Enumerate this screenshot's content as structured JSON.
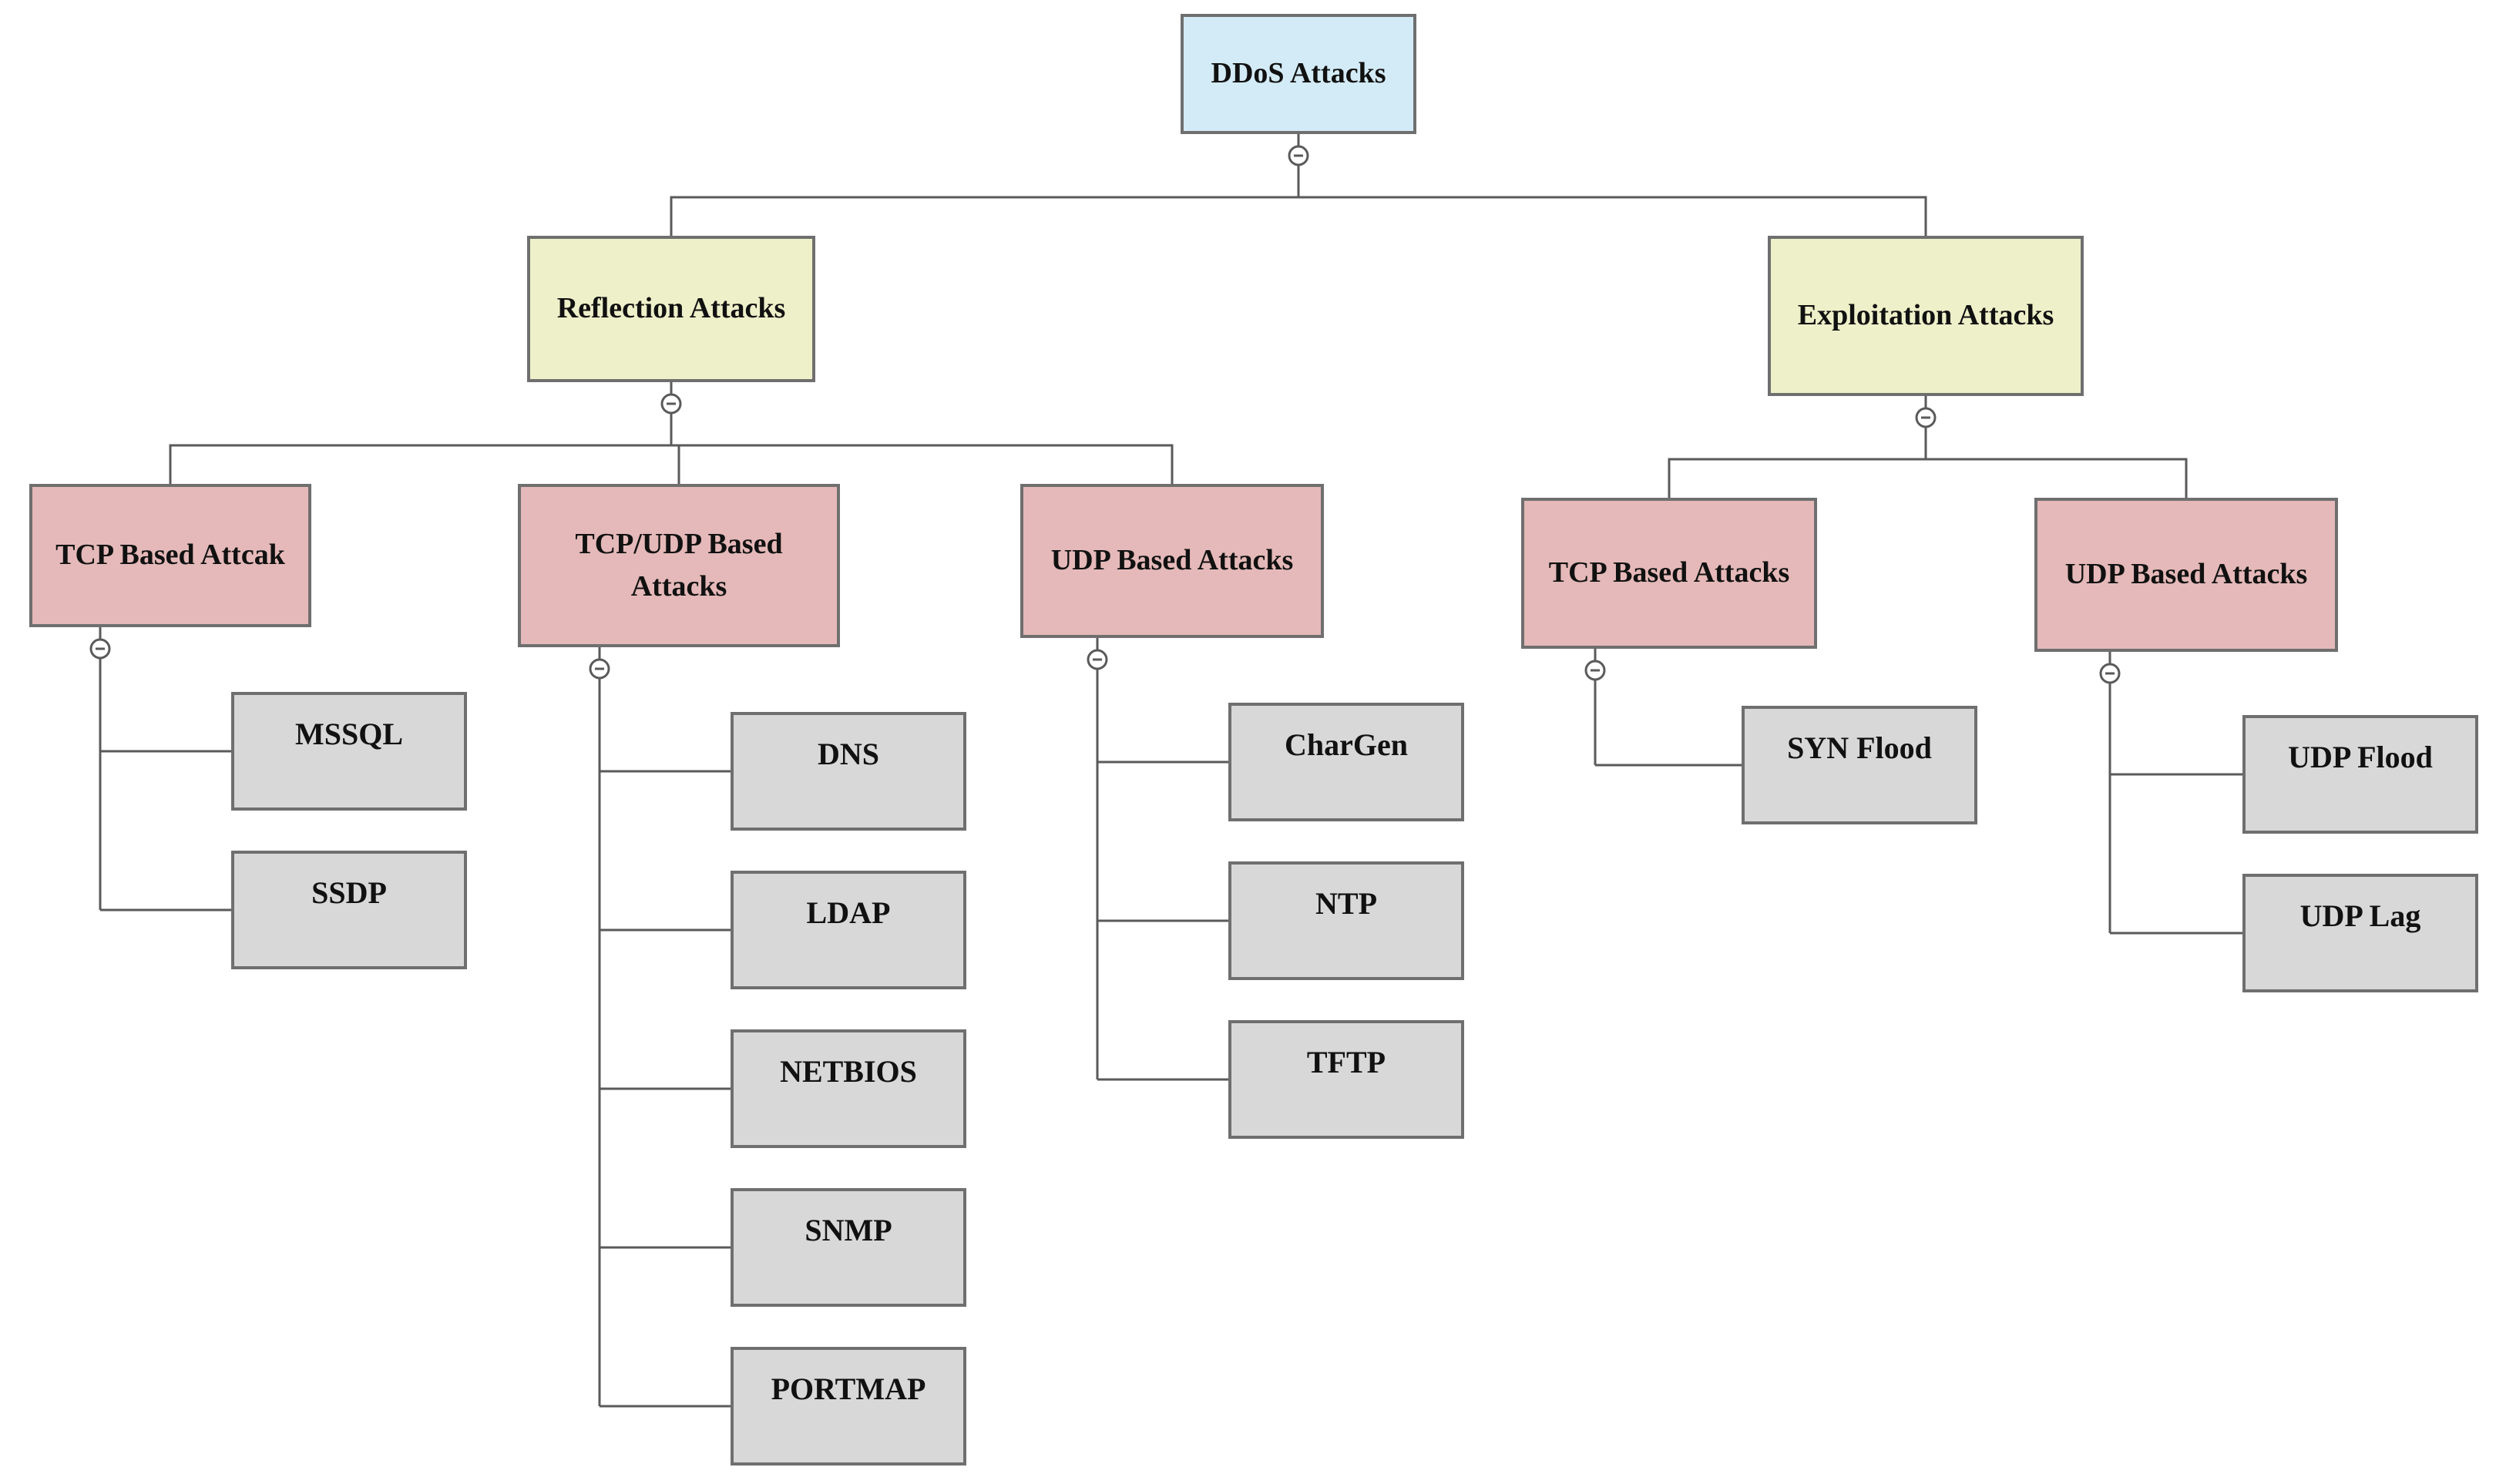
{
  "colors": {
    "root": "#d3ebf6",
    "level1": "#eef0c9",
    "level2": "#e5b9b9",
    "leaf": "#d8d8d8",
    "border": "#6f6f6f",
    "connector": "#5a5a5a"
  },
  "collapse_icon": "minus-circle-icon",
  "tree": {
    "root": "DDoS Attacks",
    "reflection": {
      "label": "Reflection Attacks",
      "tcp": {
        "label": "TCP Based Attcak",
        "items": [
          "MSSQL",
          "SSDP"
        ]
      },
      "tcpudp": {
        "label": "TCP/UDP Based Attacks",
        "items": [
          "DNS",
          "LDAP",
          "NETBIOS",
          "SNMP",
          "PORTMAP"
        ]
      },
      "udp": {
        "label": "UDP Based Attacks",
        "items": [
          "CharGen",
          "NTP",
          "TFTP"
        ]
      }
    },
    "exploitation": {
      "label": "Exploitation Attacks",
      "tcp": {
        "label": "TCP Based Attacks",
        "items": [
          "SYN Flood"
        ]
      },
      "udp": {
        "label": "UDP Based Attacks",
        "items": [
          "UDP Flood",
          "UDP Lag"
        ]
      }
    }
  }
}
